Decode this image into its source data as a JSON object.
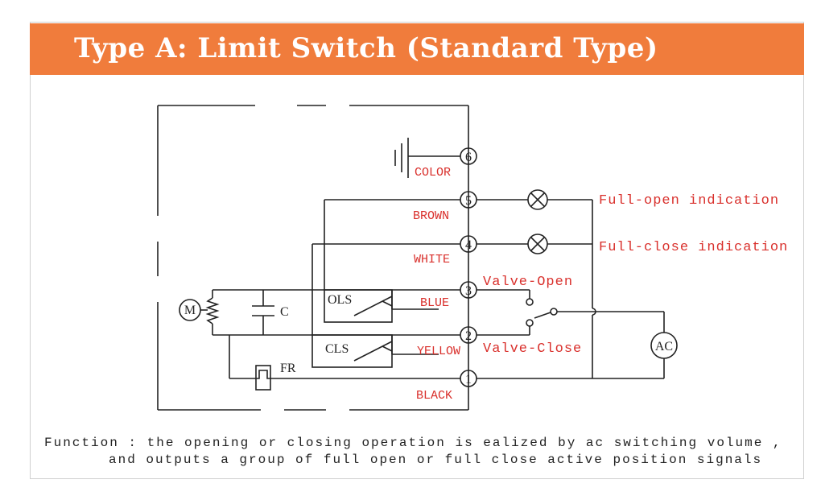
{
  "title": "Type  A: Limit Switch (Standard Type)",
  "terminals": [
    "6",
    "5",
    "4",
    "3",
    "2",
    "1"
  ],
  "wire_colors": [
    "COLOR",
    "BROWN",
    "WHITE",
    "BLUE",
    "YELLOW",
    "BLACK"
  ],
  "indications": {
    "full_open": "Full-open indication",
    "full_close": "Full-close indication"
  },
  "valve": {
    "open": "Valve-Open",
    "close": "Valve-Close"
  },
  "components": {
    "motor": "M",
    "capacitor": "C",
    "ols": "OLS",
    "cls": "CLS",
    "fr": "FR",
    "ac": "AC"
  },
  "caption": {
    "line1": "Function : the opening or closing operation is ealized by ac switching volume ,",
    "line2": "and outputs a group of full open or full close active position signals"
  }
}
